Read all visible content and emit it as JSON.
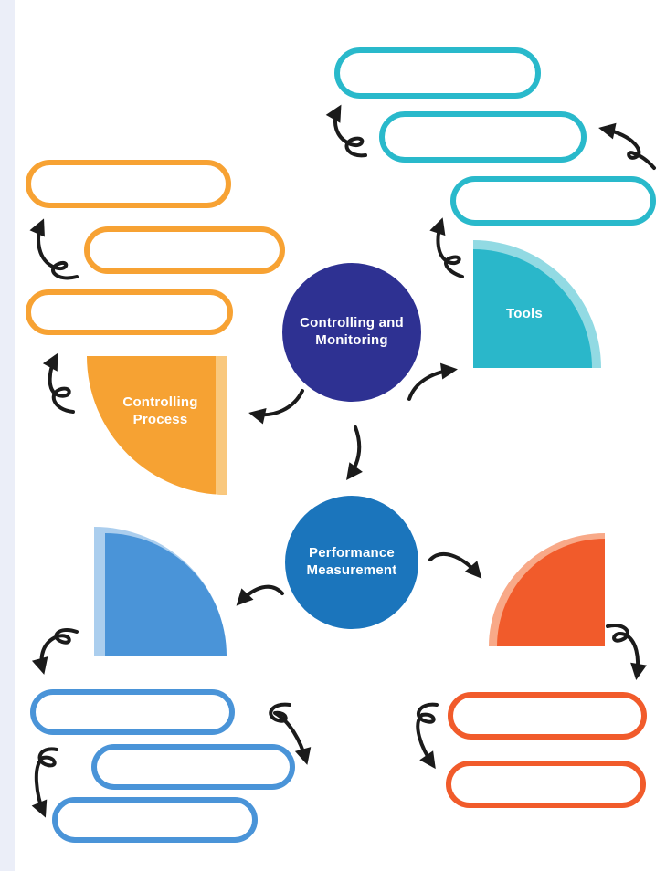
{
  "canvas": {
    "background": "#ffffff",
    "left_margin_color": "#ebeef8"
  },
  "diagram": {
    "arrow_color": "#1b1b1b",
    "center_nodes": [
      {
        "id": "controlling-and-monitoring",
        "label": "Controlling and Monitoring",
        "shape": "circle",
        "color": "#2e3192",
        "text_color": "#ffffff"
      },
      {
        "id": "performance-measurement",
        "label": "Performance Measurement",
        "shape": "circle",
        "color": "#1b75bc",
        "text_color": "#ffffff"
      }
    ],
    "branch_nodes": [
      {
        "id": "controlling-process",
        "label": "Controlling Process",
        "shape": "quarter-circle",
        "color": "#f6a233",
        "highlight": "#f9c87e",
        "text_color": "#ffffff"
      },
      {
        "id": "tools",
        "label": "Tools",
        "shape": "quarter-circle",
        "color": "#2ab7ca",
        "highlight": "#92dae3",
        "text_color": "#ffffff"
      },
      {
        "id": "blue-branch",
        "label": "",
        "shape": "quarter-circle",
        "color": "#4a94d8",
        "highlight": "#abceee",
        "text_color": "#ffffff"
      },
      {
        "id": "red-branch",
        "label": "",
        "shape": "quarter-circle",
        "color": "#f15b2b",
        "highlight": "#f8a988",
        "text_color": "#ffffff"
      }
    ],
    "pill_groups": [
      {
        "id": "orange-pills",
        "color": "#f7a233",
        "pills": [
          "",
          "",
          ""
        ]
      },
      {
        "id": "cyan-pills",
        "color": "#29b9cb",
        "pills": [
          "",
          "",
          ""
        ]
      },
      {
        "id": "blue-pills",
        "color": "#4a94d8",
        "pills": [
          "",
          "",
          ""
        ]
      },
      {
        "id": "red-pills",
        "color": "#f15b2b",
        "pills": [
          "",
          ""
        ]
      }
    ]
  }
}
